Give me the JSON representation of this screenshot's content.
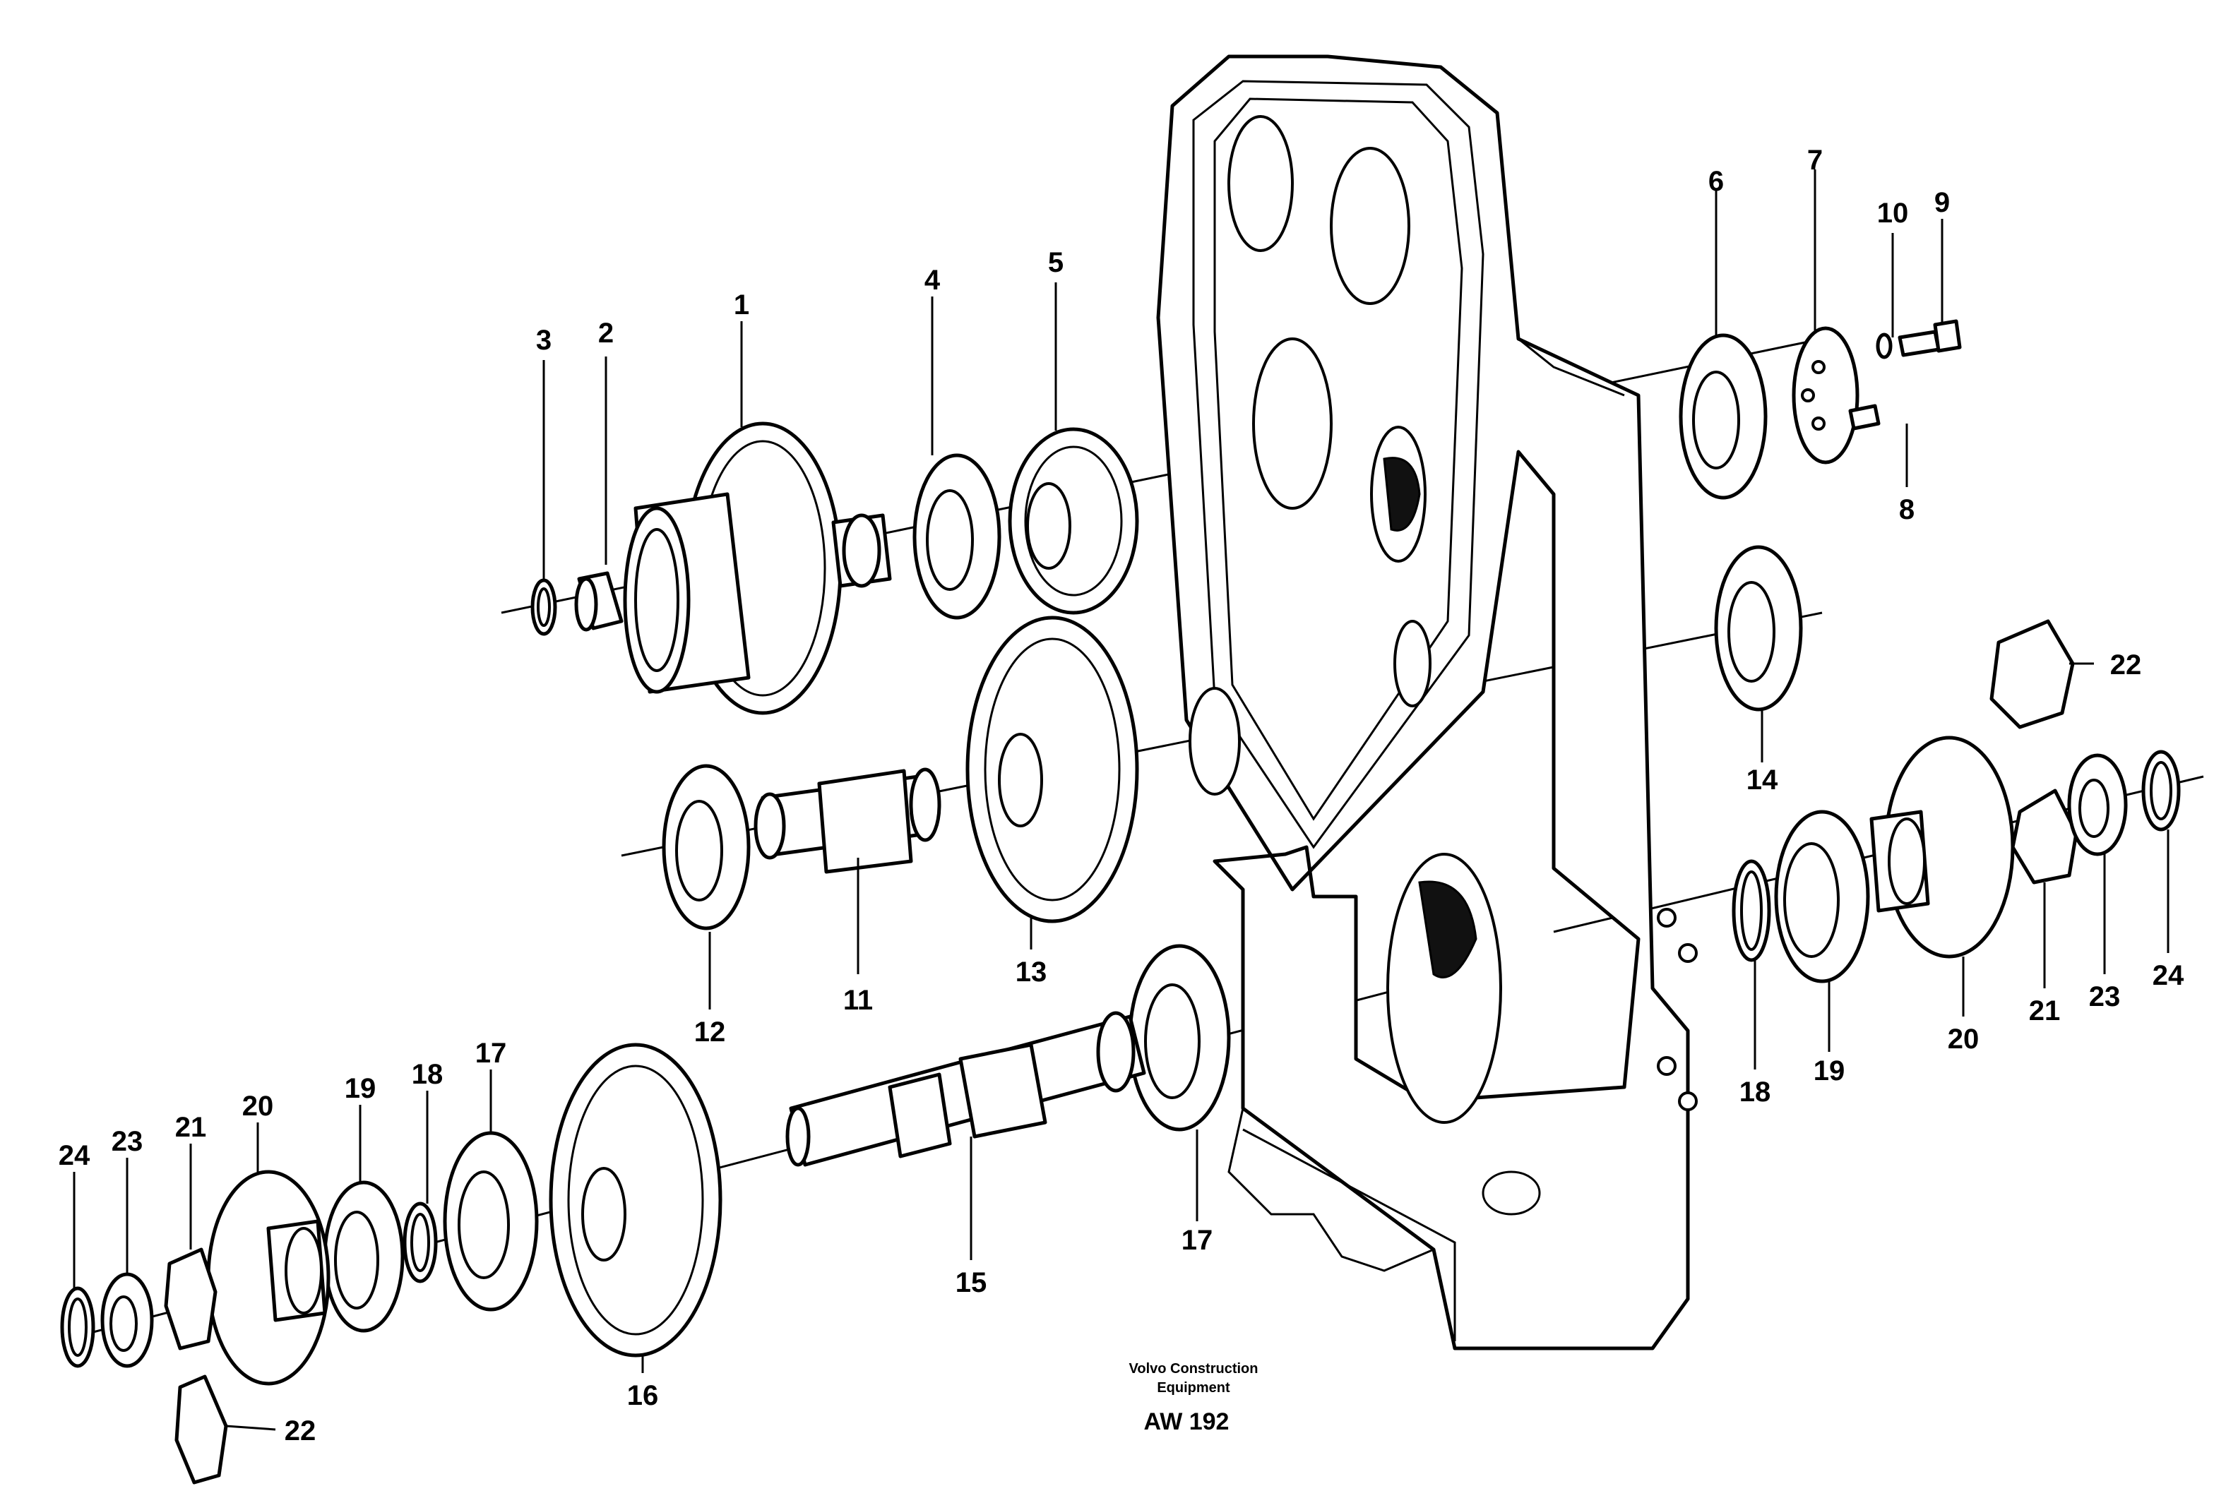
{
  "caption": {
    "line1": "Volvo Construction",
    "line2": "Equipment",
    "code": "AW 192"
  },
  "callouts": [
    "1",
    "2",
    "3",
    "4",
    "5",
    "6",
    "7",
    "8",
    "9",
    "10",
    "11",
    "12",
    "13",
    "14",
    "15",
    "16",
    "17",
    "17",
    "18",
    "18",
    "19",
    "19",
    "20",
    "20",
    "21",
    "21",
    "22",
    "22",
    "23",
    "23",
    "24",
    "24"
  ]
}
